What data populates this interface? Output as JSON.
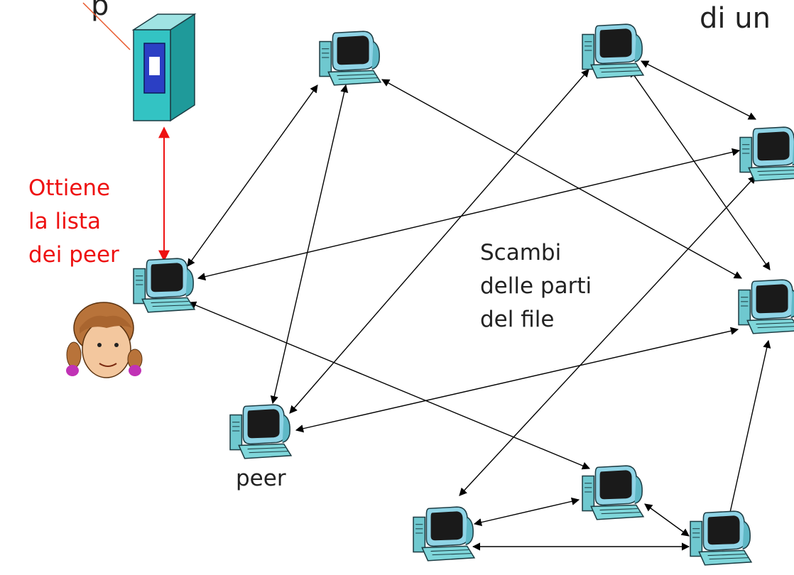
{
  "labels": {
    "top_left_fragment": "p",
    "top_right_fragment": "di un",
    "tracker_caption": [
      "Ottiene",
      "la lista",
      "dei peer"
    ],
    "exchange_caption": [
      "Scambi",
      "delle parti",
      "del file"
    ],
    "peer_caption": "peer"
  },
  "colors": {
    "arrow": "#000000",
    "tracker_arrow": "#ee1111",
    "server_body": "#33c3c3",
    "server_screen": "#2b3fc4"
  },
  "icons": {
    "server": "server-icon",
    "peer": "computer-icon",
    "user": "user-avatar-icon"
  }
}
